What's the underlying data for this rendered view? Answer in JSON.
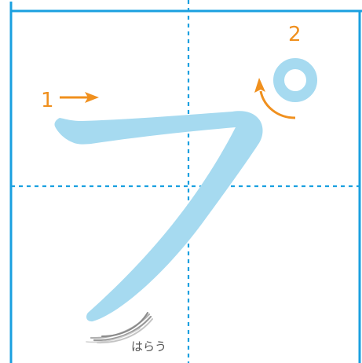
{
  "character": "プ",
  "strokes": [
    {
      "number": "1",
      "order": 1
    },
    {
      "number": "2",
      "order": 2
    }
  ],
  "annotation": {
    "harau_label": "はらう"
  },
  "colors": {
    "frame": "#1aa0e0",
    "guide": "#1aa0e0",
    "stroke": "#a6daf0",
    "arrow": "#f0901e",
    "brush": "#9a9a9a",
    "label_text": "#555555"
  },
  "icons": {
    "stroke_1_arrow": "arrow-right-icon",
    "stroke_2_arrow": "curved-arrow-icon",
    "brush_example": "brush-sweep-icon"
  }
}
